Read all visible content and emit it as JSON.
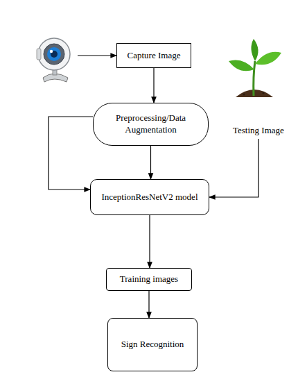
{
  "diagram": {
    "nodes": [
      {
        "text": [
          "Capture Image"
        ]
      },
      {
        "text": [
          "Preprocessing/Data Augmentation"
        ]
      },
      {
        "text": [
          "InceptionResNetV2 model"
        ]
      },
      {
        "text": [
          "Training images"
        ]
      },
      {
        "text": [
          "Sign Recognition"
        ]
      }
    ],
    "edges": [
      {
        "from": 0,
        "to": 1,
        "arrow": "to"
      },
      {
        "from": 1,
        "to": 2,
        "arrow": "to"
      },
      {
        "from": 1,
        "to": 2,
        "arrow": "to"
      },
      {
        "from": 2,
        "to": 3,
        "arrow": "to"
      },
      {
        "from": 3,
        "to": 4,
        "arrow": "to"
      }
    ],
    "labels": [
      "Testing Image"
    ]
  }
}
